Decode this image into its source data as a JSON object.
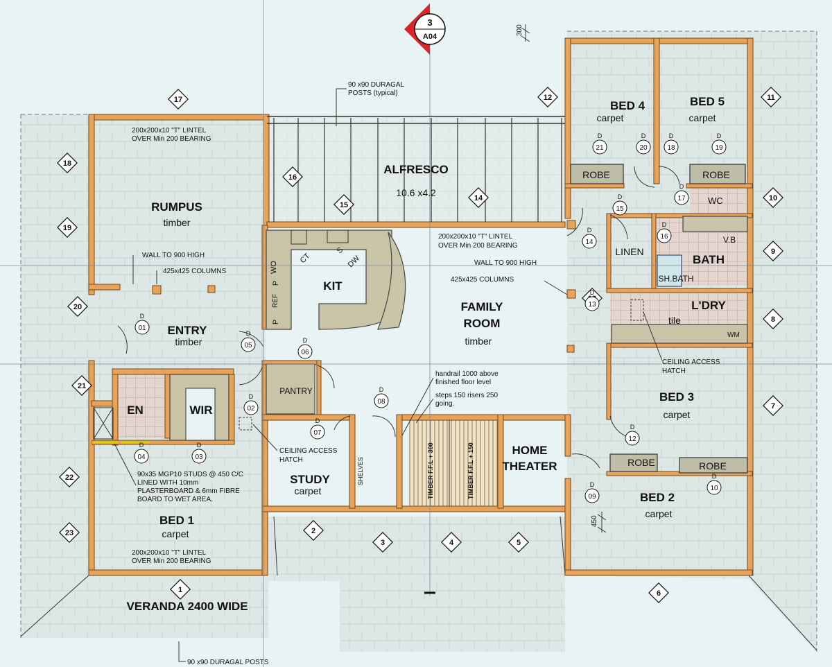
{
  "section_marker": {
    "number": "3",
    "sheet": "A04"
  },
  "rooms": {
    "rumpus": {
      "name": "RUMPUS",
      "finish": "timber"
    },
    "alfresco": {
      "name": "ALFRESCO",
      "size": "10.6 x4.2"
    },
    "kit": {
      "name": "KIT"
    },
    "family": {
      "name_line1": "FAMILY",
      "name_line2": "ROOM",
      "finish": "timber"
    },
    "entry": {
      "name": "ENTRY",
      "finish": "timber"
    },
    "en": {
      "name": "EN"
    },
    "wir": {
      "name": "WIR"
    },
    "pantry": {
      "name": "PANTRY"
    },
    "study": {
      "name": "STUDY",
      "finish": "carpet"
    },
    "home_theater": {
      "name_line1": "HOME",
      "name_line2": "THEATER"
    },
    "bed1": {
      "name": "BED 1",
      "finish": "carpet"
    },
    "bed2": {
      "name": "BED 2",
      "finish": "carpet"
    },
    "bed3": {
      "name": "BED 3",
      "finish": "carpet"
    },
    "bed4": {
      "name": "BED 4",
      "finish": "carpet"
    },
    "bed5": {
      "name": "BED 5",
      "finish": "carpet"
    },
    "linen": {
      "name": "LINEN"
    },
    "bath": {
      "name": "BATH"
    },
    "ldry": {
      "name": "L'DRY",
      "finish": "tile"
    },
    "veranda": {
      "name": "VERANDA 2400 WIDE"
    }
  },
  "fixtures": {
    "robe": "ROBE",
    "wc": "WC",
    "vb": "V.B",
    "sh_bath": "SH.BATH",
    "wm": "WM",
    "shelves": "SHELVES",
    "ct": "CT",
    "s": "S",
    "dw": "DW",
    "wo": "WO",
    "p": "P",
    "ref": "REF",
    "timber_ffl_300": "TIMBER F.F.L + 300",
    "timber_ffl_150": "TIMBER F.F.L + 150"
  },
  "notes": {
    "posts_top": [
      "90 x90 DURAGAL",
      "POSTS (typical)"
    ],
    "lintel_rumpus": [
      "200x200x10 \"T\" LINTEL",
      "OVER Min 200 BEARING"
    ],
    "lintel_family": [
      "200x200x10 \"T\" LINTEL",
      "OVER Min 200 BEARING"
    ],
    "lintel_bed1": [
      "200x200x10 \"T\" LINTEL",
      "OVER Min 200 BEARING"
    ],
    "wall_900_left": "WALL TO 900 HIGH",
    "wall_900_right": "WALL TO 900 HIGH",
    "columns_left": "425x425 COLUMNS",
    "columns_right": "425x425 COLUMNS",
    "ceiling_hatch_left": [
      "CEILING ACCESS",
      "HATCH"
    ],
    "ceiling_hatch_right": [
      "CEILING ACCESS",
      "HATCH"
    ],
    "handrail": [
      "handrail 1000 above",
      "finished floor level"
    ],
    "steps": [
      "steps 150 risers 250",
      "going."
    ],
    "studs": [
      "90x35 MGP10 STUDS @ 450 C/C",
      "LINED WITH 10mm",
      "PLASTERBOARD & 6mm FIBRE",
      "BOARD TO WET AREA."
    ],
    "posts_bottom": "90 x90 DURAGAL POSTS",
    "dim_300": "300",
    "dim_450": "450"
  },
  "grid_markers": [
    "1",
    "2",
    "3",
    "4",
    "5",
    "6",
    "7",
    "8",
    "9",
    "10",
    "11",
    "12",
    "13",
    "14",
    "15",
    "16",
    "17",
    "18",
    "19",
    "20",
    "21",
    "22",
    "23"
  ],
  "door_tag_prefix": "D",
  "door_tags": [
    "01",
    "02",
    "03",
    "04",
    "05",
    "06",
    "07",
    "08",
    "09",
    "10",
    "12",
    "13",
    "14",
    "15",
    "16",
    "17",
    "18",
    "19",
    "20",
    "21"
  ]
}
